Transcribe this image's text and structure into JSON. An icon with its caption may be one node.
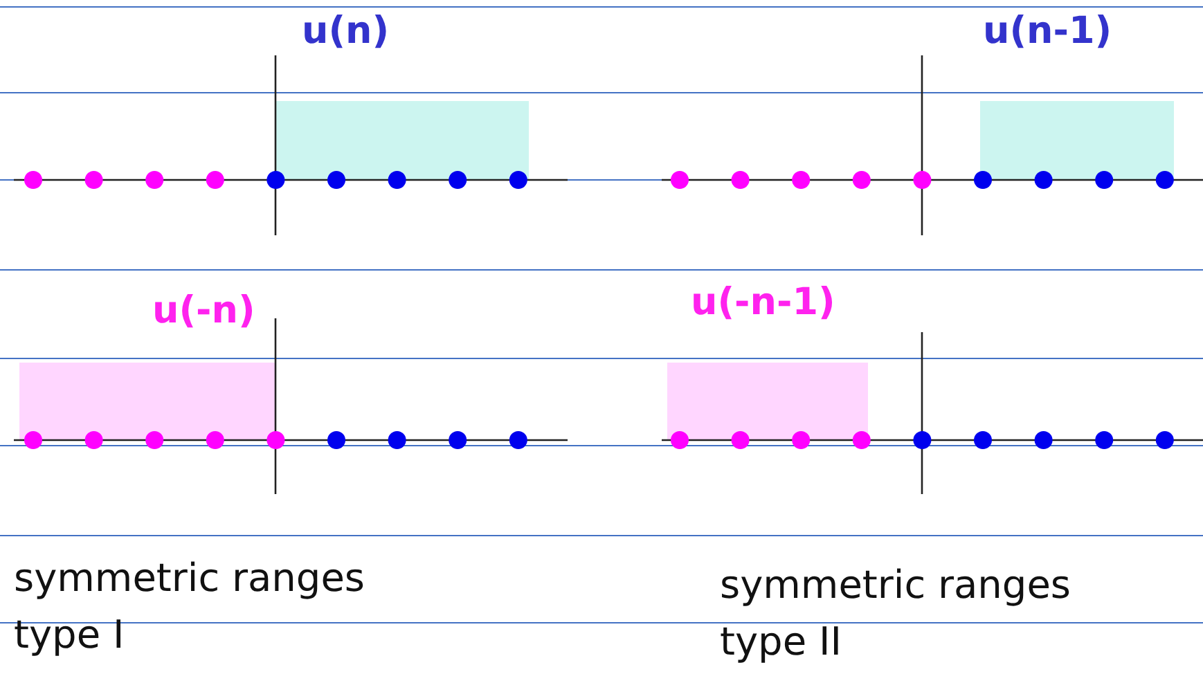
{
  "diagram": {
    "labels": [
      "u(n)",
      "u(n-1)",
      "u(-n)",
      "u(-n-1)",
      "symmetric ranges type I",
      "symmetric ranges type II"
    ]
  }
}
